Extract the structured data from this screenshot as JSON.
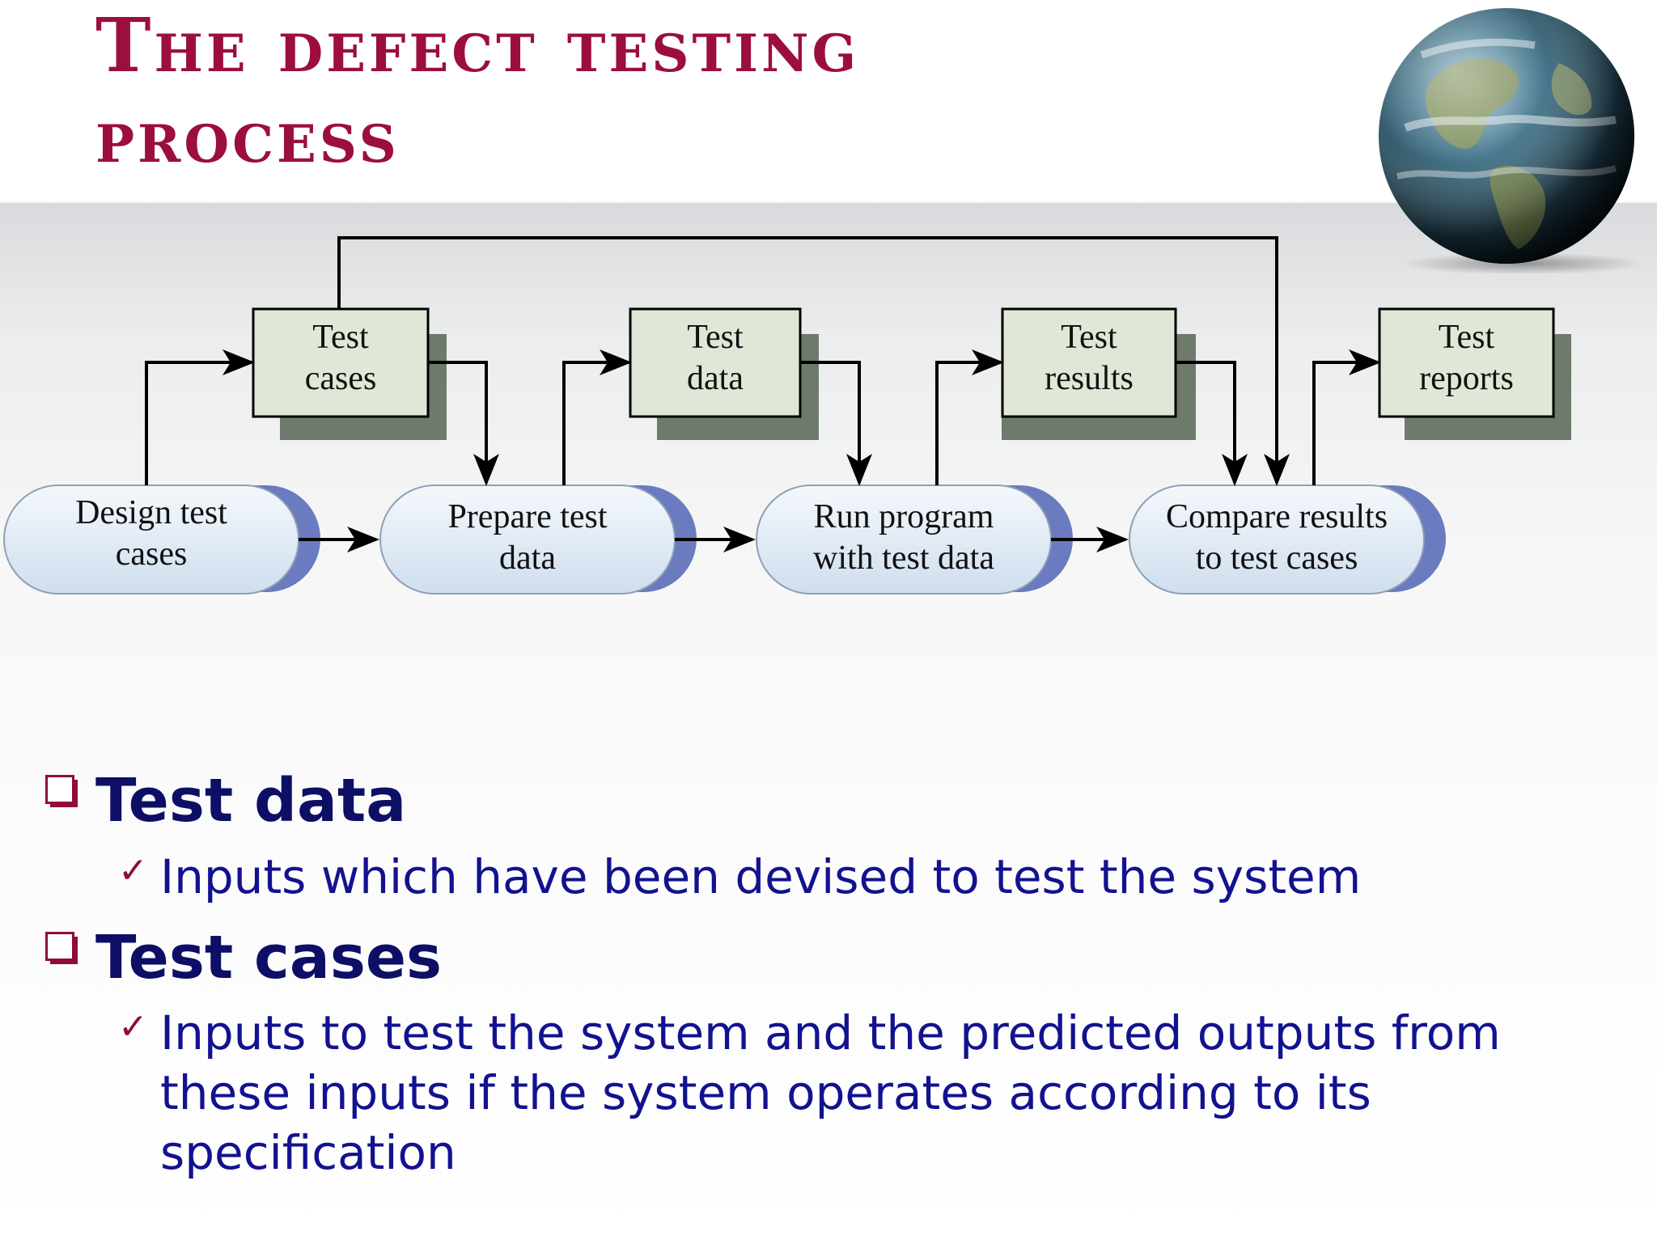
{
  "slide": {
    "title": "The defect testing process"
  },
  "diagram": {
    "data_boxes": [
      {
        "line1": "Test",
        "line2": "cases"
      },
      {
        "line1": "Test",
        "line2": "data"
      },
      {
        "line1": "Test",
        "line2": "results"
      },
      {
        "line1": "Test",
        "line2": "reports"
      }
    ],
    "process_steps": [
      {
        "line1": "Design test",
        "line2": "cases"
      },
      {
        "line1": "Prepare test",
        "line2": "data"
      },
      {
        "line1": "Run program",
        "line2": "with test data"
      },
      {
        "line1": "Compare results",
        "line2": "to test cases"
      }
    ],
    "colors": {
      "data_box_fill": "#dfe8d6",
      "data_box_shadow": "#6e7a6c",
      "process_fill": "#e4eef8",
      "process_shadow": "#6a7bbf",
      "arrow": "#000000"
    }
  },
  "bullets": [
    {
      "heading": "Test data",
      "lines": [
        "Inputs which have been devised to test the system"
      ]
    },
    {
      "heading": "Test cases",
      "lines": [
        "Inputs to test the system and the predicted outputs from",
        "these inputs if the system operates according to its",
        "specification"
      ]
    }
  ],
  "icons": {
    "bullet_marker": "hollow-square-icon",
    "sub_marker": "checkmark-icon",
    "decoration": "globe-icon"
  },
  "theme": {
    "title_color": "#9c0f3c",
    "heading_color": "#0d0f66",
    "body_color": "#121290",
    "check_color": "#8e0e36"
  }
}
